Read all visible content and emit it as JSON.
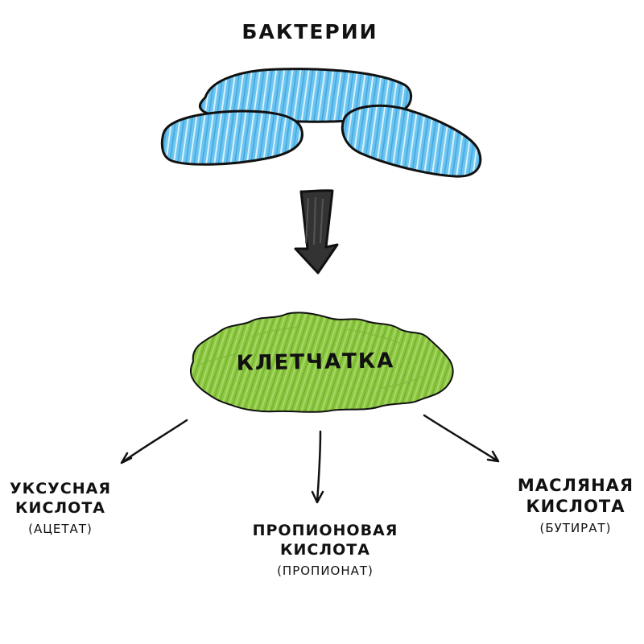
{
  "title": "БАКТЕРИИ",
  "center": {
    "label": "КЛЕТЧАТКА"
  },
  "products": [
    {
      "line1": "УКСУСНАЯ",
      "line2": "КИСЛОТА",
      "note": "(АЦЕТАТ)"
    },
    {
      "line1": "ПРОПИОНОВАЯ",
      "line2": "КИСЛОТА",
      "note": "(ПРОПИОНАТ)"
    },
    {
      "line1": "МАСЛЯНАЯ",
      "line2": "КИСЛОТА",
      "note": "(БУТИРАТ)"
    }
  ],
  "colors": {
    "bacteria_fill": "#6cc4f0",
    "bacteria_highlight": "#d8f1fc",
    "fiber_fill": "#8bc63f",
    "arrow_fill": "#333333",
    "ink": "#111111"
  },
  "icons": {
    "bacteria": "rod-shaped-bacteria-drawing",
    "fiber": "green-fiber-blob",
    "main_arrow": "thick-down-arrow",
    "branch_arrows": "thin-arrows"
  }
}
